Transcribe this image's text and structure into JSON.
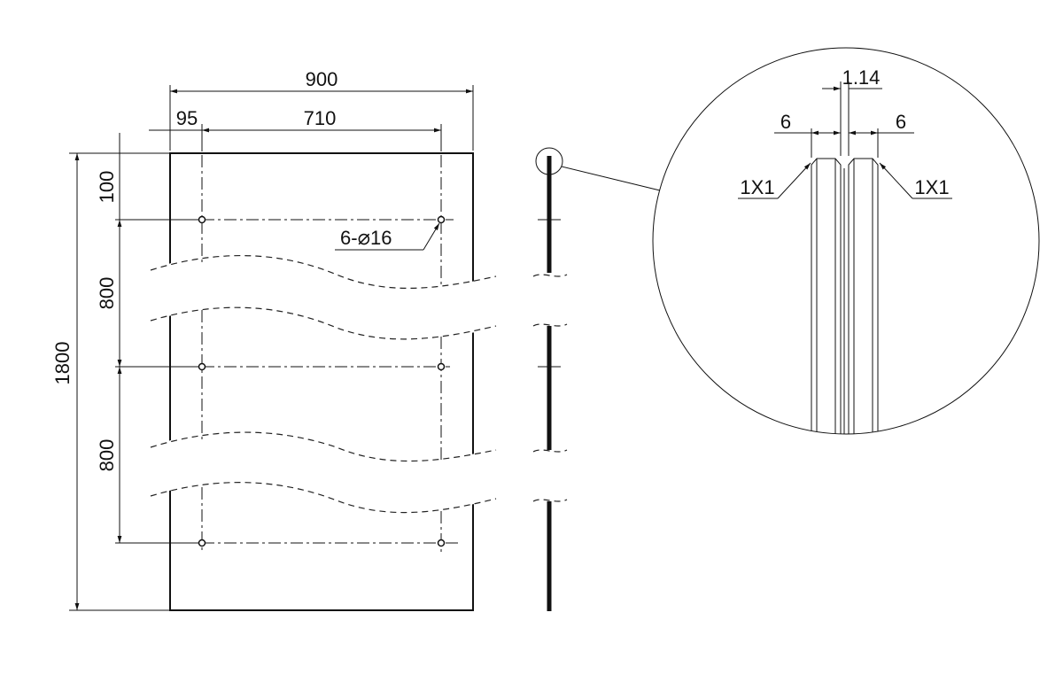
{
  "dimensions": {
    "overall_width": "900",
    "edge_offset": "95",
    "hole_spacing": "710",
    "overall_height": "1800",
    "top_offset": "100",
    "row_spacing_1": "800",
    "row_spacing_2": "800"
  },
  "hole_callout": {
    "count_prefix": "6-",
    "diameter_symbol": "⌀",
    "diameter": "16"
  },
  "detail": {
    "gap": "1.14",
    "left_glass": "6",
    "right_glass": "6",
    "left_chamfer": "1X1",
    "right_chamfer": "1X1"
  }
}
